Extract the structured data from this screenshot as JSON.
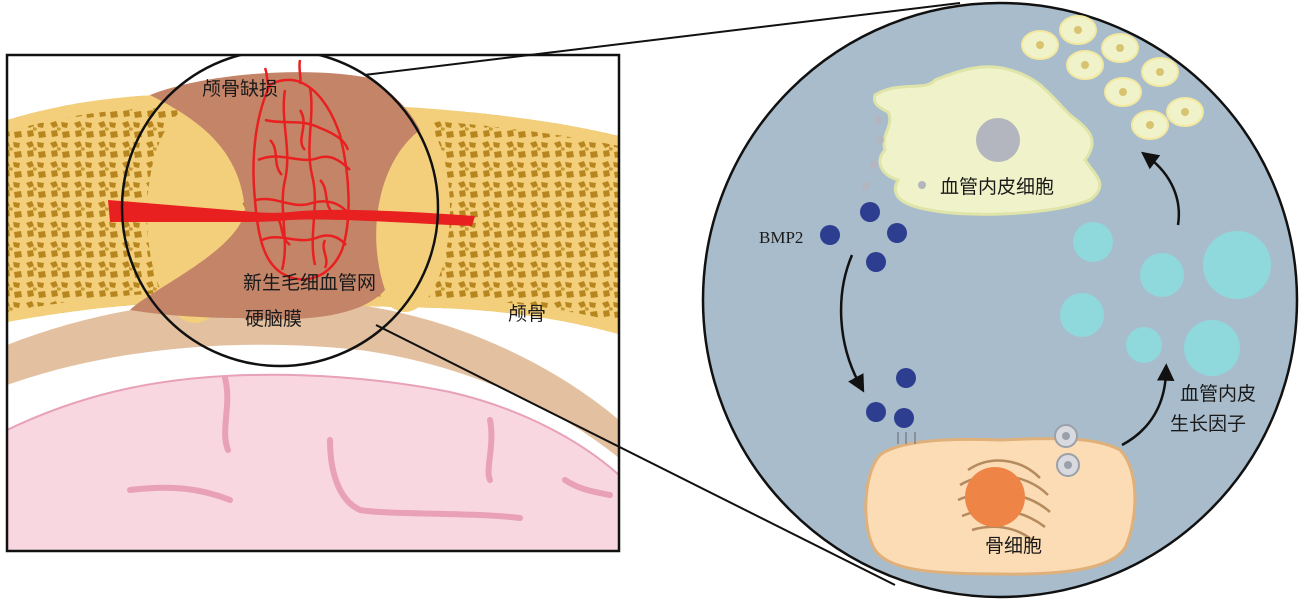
{
  "labels": {
    "skull_defect": "颅骨缺损",
    "capillary_network": "新生毛细血管网",
    "dura_mater": "硬脑膜",
    "skull": "颅骨",
    "endothelial_cell": "血管内皮细胞",
    "bmp2": "BMP2",
    "vegf_line1": "血管内皮",
    "vegf_line2": "生长因子",
    "osteocyte": "骨细胞"
  },
  "colors": {
    "skull_bone": "#f3cf7b",
    "trabecular": "#b8861f",
    "defect_tissue": "#c48468",
    "vessel_red": "#e82020",
    "dura": "#e3c1a0",
    "brain": "#f8d7e0",
    "brain_gyri": "#e8a1b7",
    "magnified_bg": "#a9bccb",
    "endothelial_cell": "#f0f3c9",
    "bmp2_dot": "#2d3d8f",
    "vegf_dot": "#8fd8dc",
    "osteocyte_cell": "#fbdcb4",
    "osteocyte_nucleus": "#ee8547"
  },
  "icons": {
    "arrow_left": "curved-arrow-down-icon",
    "arrow_right_lower": "curved-arrow-up-icon",
    "arrow_right_upper": "curved-arrow-up-icon"
  }
}
